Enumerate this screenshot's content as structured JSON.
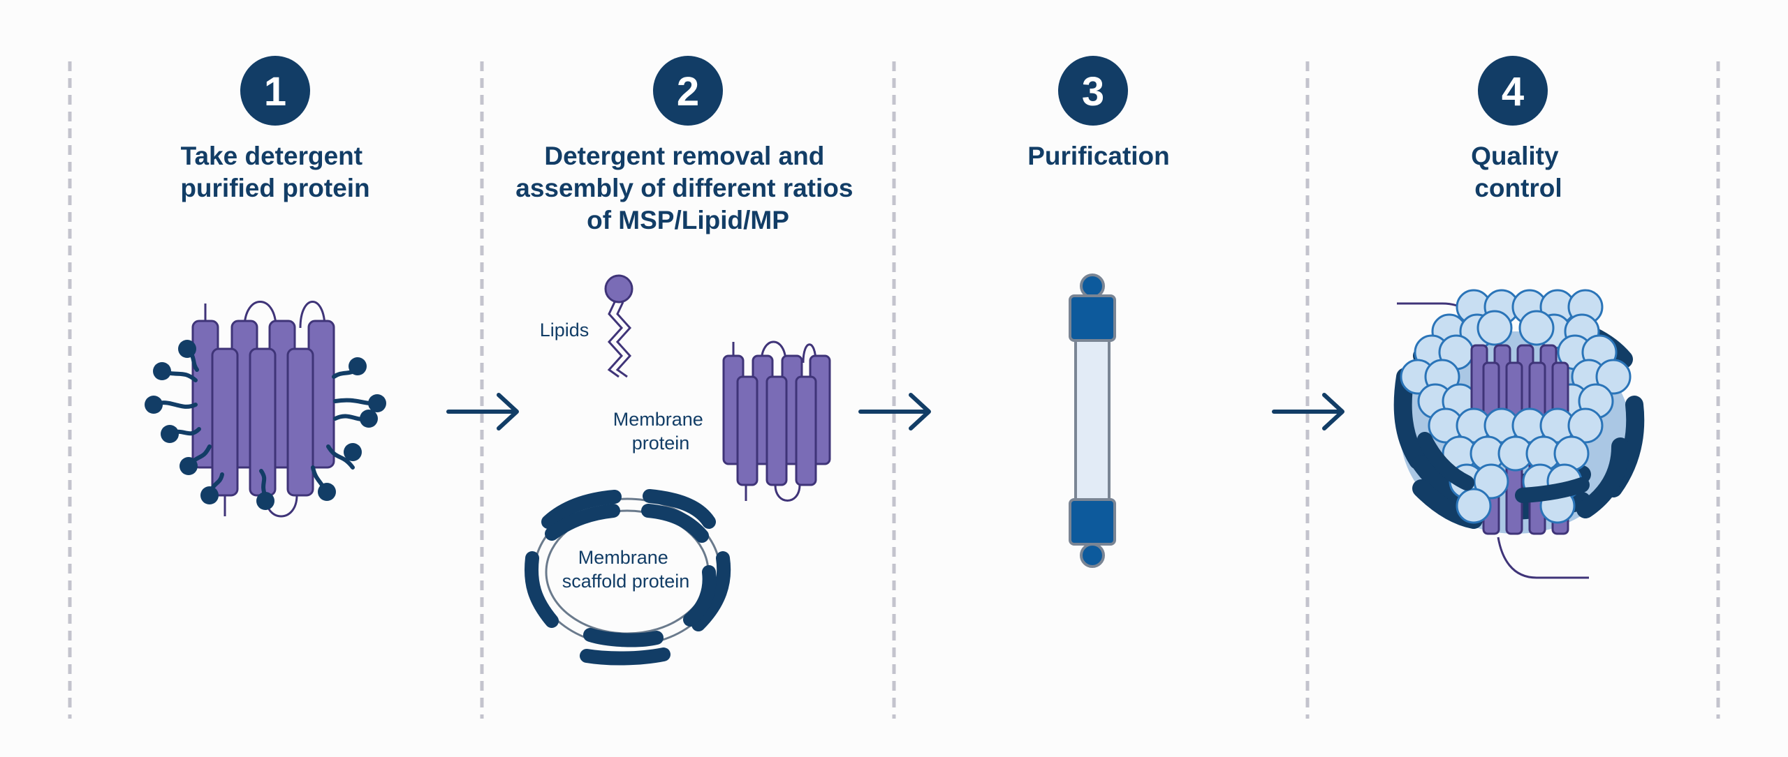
{
  "colors": {
    "navy": "#123d66",
    "purple": "#7a6cb6",
    "purple_stroke": "#3f3478",
    "divider": "#c3c3cd",
    "column_blue": "#0d5a9c",
    "column_body": "#e2ebf6",
    "bead_fill": "#c8def2",
    "bead_stroke": "#2a74b8"
  },
  "steps": [
    {
      "number": "1",
      "title_lines": [
        "Take detergent",
        "purified protein"
      ]
    },
    {
      "number": "2",
      "title_lines": [
        "Detergent removal and",
        "assembly of different ratios",
        "of MSP/Lipid/MP"
      ]
    },
    {
      "number": "3",
      "title_lines": [
        "Purification"
      ]
    },
    {
      "number": "4",
      "title_lines": [
        "Quality",
        "control"
      ]
    }
  ],
  "labels": {
    "lipids": "Lipids",
    "membrane_protein": [
      "Membrane",
      "protein"
    ],
    "scaffold_protein": [
      "Membrane",
      "scaffold protein"
    ]
  },
  "icons": {
    "step1": "detergent-solubilized-membrane-protein-icon",
    "step2_lipid": "lipid-icon",
    "step2_mp": "membrane-protein-icon",
    "step2_msp": "membrane-scaffold-protein-icon",
    "step3": "chromatography-column-icon",
    "step4": "nanodisc-icon",
    "arrow": "arrow-right-icon"
  }
}
